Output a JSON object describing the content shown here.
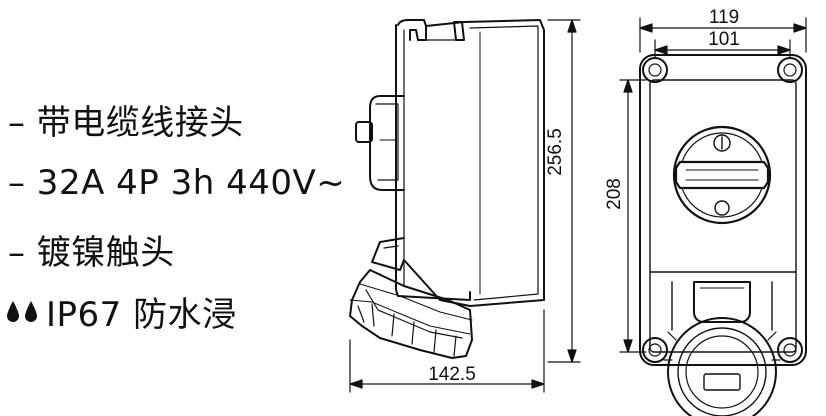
{
  "specs": [
    "– 带电缆线接头",
    "– 32A 4P 3h 440V~",
    "– 镀镍触头",
    "IP67 防水浸"
  ],
  "dimensions": {
    "side_height": "256.5",
    "side_depth": "142.5",
    "front_outer_width": "119",
    "front_hole_width": "101",
    "front_hole_height": "208"
  },
  "icons": [
    "water-drop-icon",
    "water-drop-icon"
  ]
}
